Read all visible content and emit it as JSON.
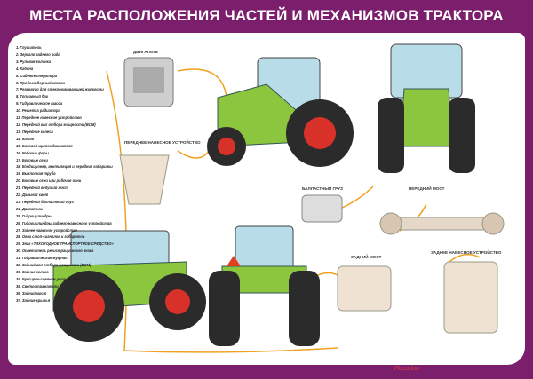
{
  "title": "МЕСТА РАСПОЛОЖЕНИЯ ЧАСТЕЙ И МЕХАНИЗМОВ ТРАКТОРА",
  "parts": [
    "1. Глушитель",
    "2. Зеркало заднего вида",
    "3. Рулевая колонка",
    "4. Кабина",
    "5. Сиденье оператора",
    "6. Пробоотборный клапан",
    "7. Резервуар для стеклоомывающей жидкости",
    "8. Топливный бак",
    "9. Гидравлическое шасси",
    "10. Решетка радиатора",
    "11. Переднее навесное устройство",
    "12. Передний вал отбора мощности (ВОМ)",
    "13. Передние колеса",
    "14. Капот",
    "15. Боковой щиток двигателя",
    "16. Рабочие фары",
    "17. Боковые огни",
    "18. Кондиционер, вентиляция и передние габариты",
    "19. Выхлопная труба",
    "20. Боковые огни или рабочие огни",
    "21. Передний ведущий мост",
    "22. Дальний свет",
    "23. Передний балластный груз",
    "24. Двигатель",
    "25. Гидроцилиндры",
    "26. Гидроцилиндры заднего навесного устройства",
    "27. Заднее навесное устройство",
    "28. Огни стоп-сигналов и габаритов",
    "29. Знак «ТИХОХОДНОЕ ТРАНСПОРТНОЕ СРЕДСТВО»",
    "30. Осветитель регистрационного знака",
    "31. Гидравлические муфты",
    "32. Задний вал отбора мощности (ВОМ)",
    "33. Задние колеса",
    "34. Буксирно-сцепное устройство",
    "35. Светоотражатели",
    "36. Задний мост",
    "37. Задние крылья"
  ],
  "labels": {
    "engine": "ДВИГАТЕЛЬ",
    "front_hitch": "ПЕРЕДНЕЕ НАВЕСНОЕ УСТРОЙСТВО",
    "ballast": "БАЛЛАСТНЫЙ ГРУЗ",
    "front_axle": "ПЕРЕДНИЙ МОСТ",
    "rear_axle": "ЗАДНИЙ МОСТ",
    "rear_hitch": "ЗАДНЕЕ НАВЕСНОЕ УСТРОЙСТВО"
  },
  "brand": "Пособия",
  "colors": {
    "frame": "#7b1f6c",
    "body": "#8cc63f",
    "tire": "#2b2b2b",
    "rim": "#d8312a",
    "connector": "#f0a020"
  }
}
